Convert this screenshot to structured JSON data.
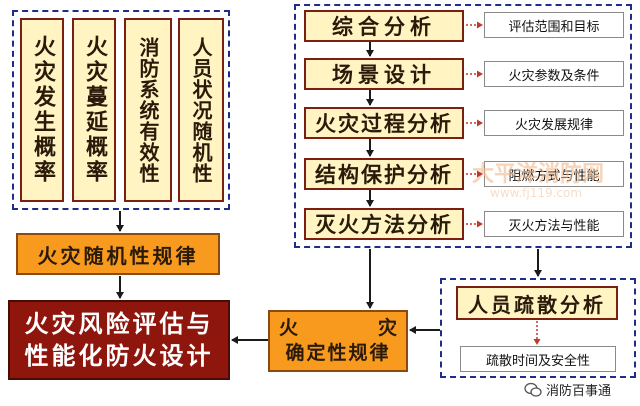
{
  "factors": [
    "火灾发生概率",
    "火灾蔓延概率",
    "消防系统有效性",
    "人员状况随机性"
  ],
  "random_law": "火灾随机性规律",
  "result": {
    "line1": "火灾风险评估与",
    "line2": "性能化防火设计"
  },
  "deterministic": {
    "line1_left": "火",
    "line1_right": "灾",
    "line2": "确定性规律"
  },
  "steps": [
    {
      "label": "综合分析",
      "note": "评估范围和目标"
    },
    {
      "label": "场景设计",
      "note": "火灾参数及条件"
    },
    {
      "label": "火灾过程分析",
      "note": "火灾发展规律"
    },
    {
      "label": "结构保护分析",
      "note": "阻燃方式与性能"
    },
    {
      "label": "灭火方法分析",
      "note": "灭火方法与性能"
    }
  ],
  "evacuation": {
    "label": "人员疏散分析",
    "note": "疏散时间及安全性"
  },
  "watermark": {
    "text": "大平洋消防网",
    "url": "www.fj119.com"
  },
  "wechat": {
    "label": "消防百事通"
  },
  "colors": {
    "cream": "#fff4c2",
    "orange": "#f79a1e",
    "dark_red": "#8e160c",
    "border_blue": "#1f2d8a",
    "arrow": "#1a1a1a",
    "dotted_red": "#c0392b"
  }
}
